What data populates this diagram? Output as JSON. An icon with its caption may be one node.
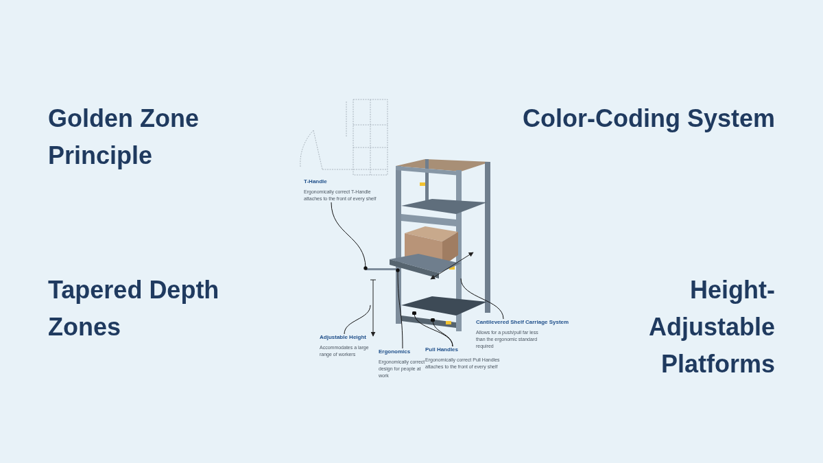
{
  "diagram": {
    "nodes": [
      {
        "text": [
          "T-Handle",
          "Ergonomically correct T-Handle attaches to the front of every shelf"
        ]
      },
      {
        "text": [
          "Adjustable Height",
          "Accommodates a large range of workers"
        ]
      },
      {
        "text": [
          "Ergonomics",
          "Ergonomically correct design for people at work"
        ]
      },
      {
        "text": [
          "Pull Handles",
          "Ergonomically correct Pull Handles attaches to the front of every shelf"
        ]
      },
      {
        "text": [
          "Cantilevered Shelf Carriage System",
          "Allows for a push/pull far less than the ergonomic standard required"
        ]
      },
      {
        "text": [],
        "shape": "bar"
      },
      {
        "text": [],
        "shape": "picture"
      },
      {
        "text": [],
        "shape": "bar"
      },
      {
        "text": [],
        "shape": "bar"
      },
      {
        "text": [],
        "shape": "picture"
      }
    ],
    "edges": [
      {
        "from": 0,
        "to": 5,
        "arrow": "other"
      },
      {
        "from": 1,
        "to": 6,
        "arrow": "none"
      },
      {
        "from": 2,
        "to": 5,
        "arrow": "other"
      },
      {
        "from": 3,
        "to": 7,
        "arrow": "none"
      },
      {
        "from": 3,
        "to": 8,
        "arrow": "none"
      },
      {
        "from": 4,
        "to": 9,
        "arrow": "none"
      }
    ],
    "labels": [
      "Golden Zone Principle",
      "Color-Coding System",
      "Tapered Depth Zones",
      "Height-Adjustable Platforms"
    ]
  }
}
